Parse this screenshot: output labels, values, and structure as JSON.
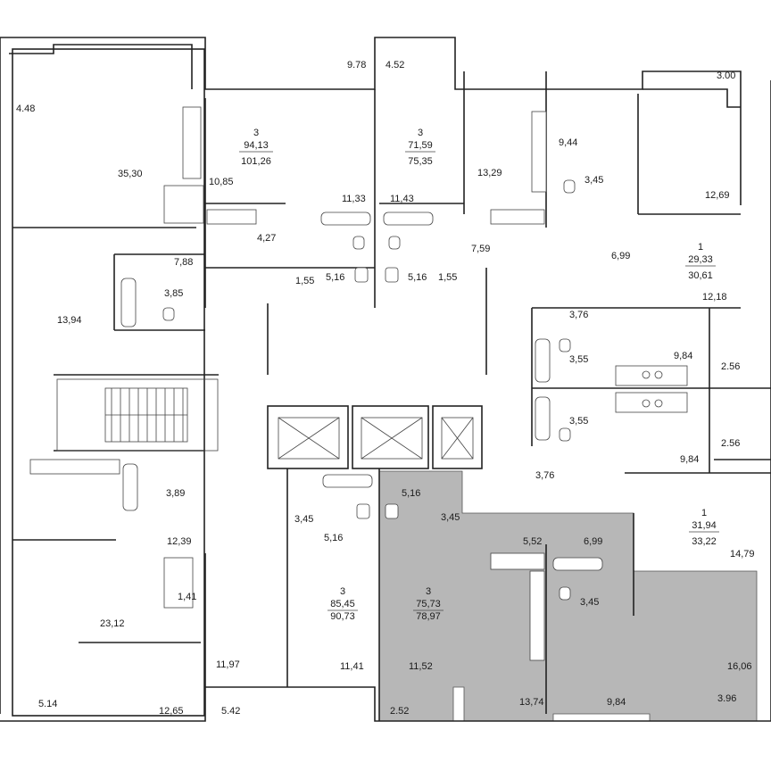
{
  "colors": {
    "wall": "#222222",
    "highlight": "#b7b7b7",
    "background": "#ffffff"
  },
  "icons": [
    "stair-icon",
    "elevator-icon",
    "bathtub-icon",
    "toilet-icon",
    "sink-icon",
    "stove-icon",
    "kitchen-counter-icon"
  ],
  "apartments": {
    "a1": {
      "rooms": "3",
      "area1": "94,13",
      "area2": "101,26"
    },
    "a2": {
      "rooms": "3",
      "area1": "71,59",
      "area2": "75,35"
    },
    "a3": {
      "rooms": "1",
      "area1": "29,33",
      "area2": "30,61"
    },
    "a4": {
      "rooms": "1",
      "area1": "31,94",
      "area2": "33,22"
    },
    "a5": {
      "rooms": "3",
      "area1": "85,45",
      "area2": "90,73"
    },
    "a6": {
      "rooms": "3",
      "area1": "75,73",
      "area2": "78,97"
    }
  },
  "rooms": {
    "r_448": "4.48",
    "r_3530": "35,30",
    "r_1085": "10,85",
    "r_978": "9.78",
    "r_452": "4.52",
    "r_300": "3.00",
    "r_944": "9,44",
    "r_1133": "11,33",
    "r_1143": "11,43",
    "r_1329": "13,29",
    "r_345a": "3,45",
    "r_1269": "12,69",
    "r_427": "4,27",
    "r_759": "7,59",
    "r_699a": "6,99",
    "r_788": "7,88",
    "r_385": "3,85",
    "r_155a": "1,55",
    "r_516a": "5,16",
    "r_516b": "5,16",
    "r_155b": "1,55",
    "r_1218": "12,18",
    "r_1394": "13,94",
    "r_376a": "3,76",
    "r_355a": "3,55",
    "r_984a": "9,84",
    "r_256a": "2.56",
    "r_355b": "3,55",
    "r_256b": "2.56",
    "r_984b": "9,84",
    "r_376b": "3,76",
    "r_389": "3,89",
    "r_345b": "3,45",
    "r_516c": "5,16",
    "r_345c": "3,45",
    "r_516d": "5,16",
    "r_552": "5,52",
    "r_699b": "6,99",
    "r_1479": "14,79",
    "r_1239": "12,39",
    "r_141": "1,41",
    "r_345d": "3,45",
    "r_2312": "23,12",
    "r_1197": "11,97",
    "r_1141": "11,41",
    "r_1152": "11,52",
    "r_1606": "16,06",
    "r_514": "5.14",
    "r_1265": "12,65",
    "r_542": "5.42",
    "r_252": "2.52",
    "r_1374": "13,74",
    "r_984c": "9,84",
    "r_396": "3.96"
  }
}
